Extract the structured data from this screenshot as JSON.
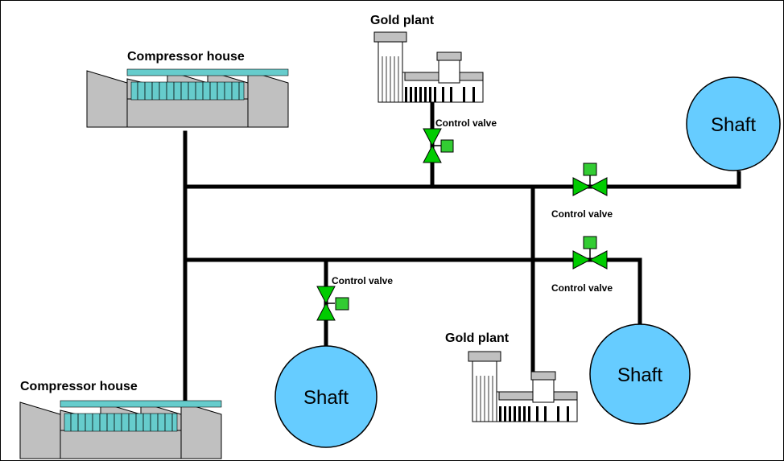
{
  "labels": {
    "compressor_house": "Compressor house",
    "gold_plant": "Gold plant",
    "control_valve": "Control valve",
    "shaft": "Shaft"
  },
  "colors": {
    "shaft_fill": "#66ccff",
    "valve_fill": "#00cc00",
    "valve_actuator_fill": "#33cc33",
    "building_fill": "#c0c0c0",
    "window_fill": "#66cccc",
    "pipe": "#000000",
    "background": "#ffffff"
  },
  "icons": {
    "compressor_house": "factory-icon",
    "gold_plant": "plant-building-icon",
    "control_valve": "control-valve-icon"
  }
}
